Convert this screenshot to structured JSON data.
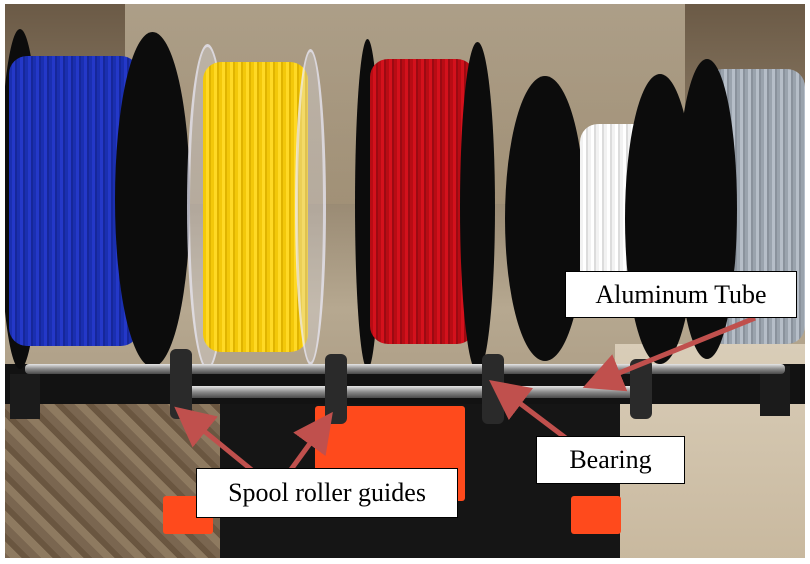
{
  "figure": {
    "description": "Filament spools mounted on a spool rack above a 3D printer",
    "spools": [
      {
        "color_name": "blue",
        "color": "#2438c8"
      },
      {
        "color_name": "yellow",
        "color": "#ffd925"
      },
      {
        "color_name": "red",
        "color": "#d4111c"
      },
      {
        "color_name": "white",
        "color": "#f5f5f5"
      },
      {
        "color_name": "grey",
        "color": "#aab2bc"
      }
    ]
  },
  "annotations": {
    "aluminum_tube": {
      "label": "Aluminum Tube"
    },
    "bearing": {
      "label": "Bearing"
    },
    "spool_roller_guides": {
      "label": "Spool roller guides"
    },
    "arrow_color": "#c0504d"
  }
}
